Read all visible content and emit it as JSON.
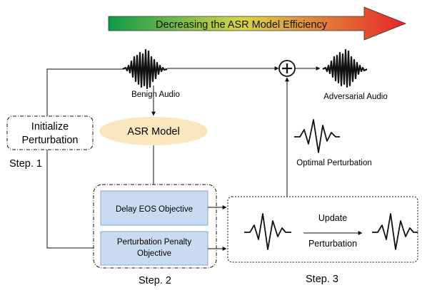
{
  "banner": {
    "text": "Decreasing the ASR Model Efficiency"
  },
  "audio": {
    "benign_label": "Benign Audio",
    "adversarial_label": "Adversarial Audio"
  },
  "init": {
    "line1": "Initialize",
    "line2": "Perturbation",
    "step": "Step. 1"
  },
  "model": {
    "label": "ASR Model"
  },
  "objectives": {
    "delay_eos": "Delay EOS Objective",
    "penalty_line1": "Perturbation Penalty",
    "penalty_line2": "Objective",
    "step": "Step. 2"
  },
  "optimize": {
    "update_line1": "Update",
    "update_line2": "Perturbation",
    "step": "Step. 3"
  },
  "optimal": {
    "label": "Optimal Perturbation"
  },
  "colors": {
    "banner_start": "#0e9a4a",
    "banner_mid": "#d9d648",
    "banner_end": "#e8242a",
    "ellipse_fill": "#fbe7bf",
    "objective_fill": "#c9dbf0",
    "objective_stroke": "#8aa6c8"
  }
}
